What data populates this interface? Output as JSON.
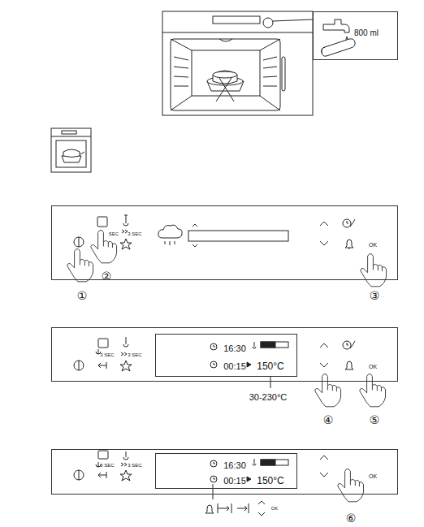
{
  "diagram": {
    "nodes": [
      {
        "text": [
          "800 ml"
        ]
      },
      {
        "text": [
          "SEC",
          "3 SEC",
          "OK"
        ]
      },
      {
        "text": [
          "3 SEC",
          "3 SEC",
          "OK"
        ]
      },
      {
        "text": [
          "16:30",
          "00:15",
          "150°C"
        ],
        "in": 2
      },
      {
        "text": [
          "3 SEC",
          "3 SEC",
          "OK"
        ]
      },
      {
        "text": [
          "16:30",
          "00:15",
          "150°C"
        ],
        "in": 4
      }
    ],
    "labels": [
      "①",
      "②",
      "③",
      "30-230°C",
      "④",
      "⑤",
      "OK",
      "⑥"
    ]
  }
}
